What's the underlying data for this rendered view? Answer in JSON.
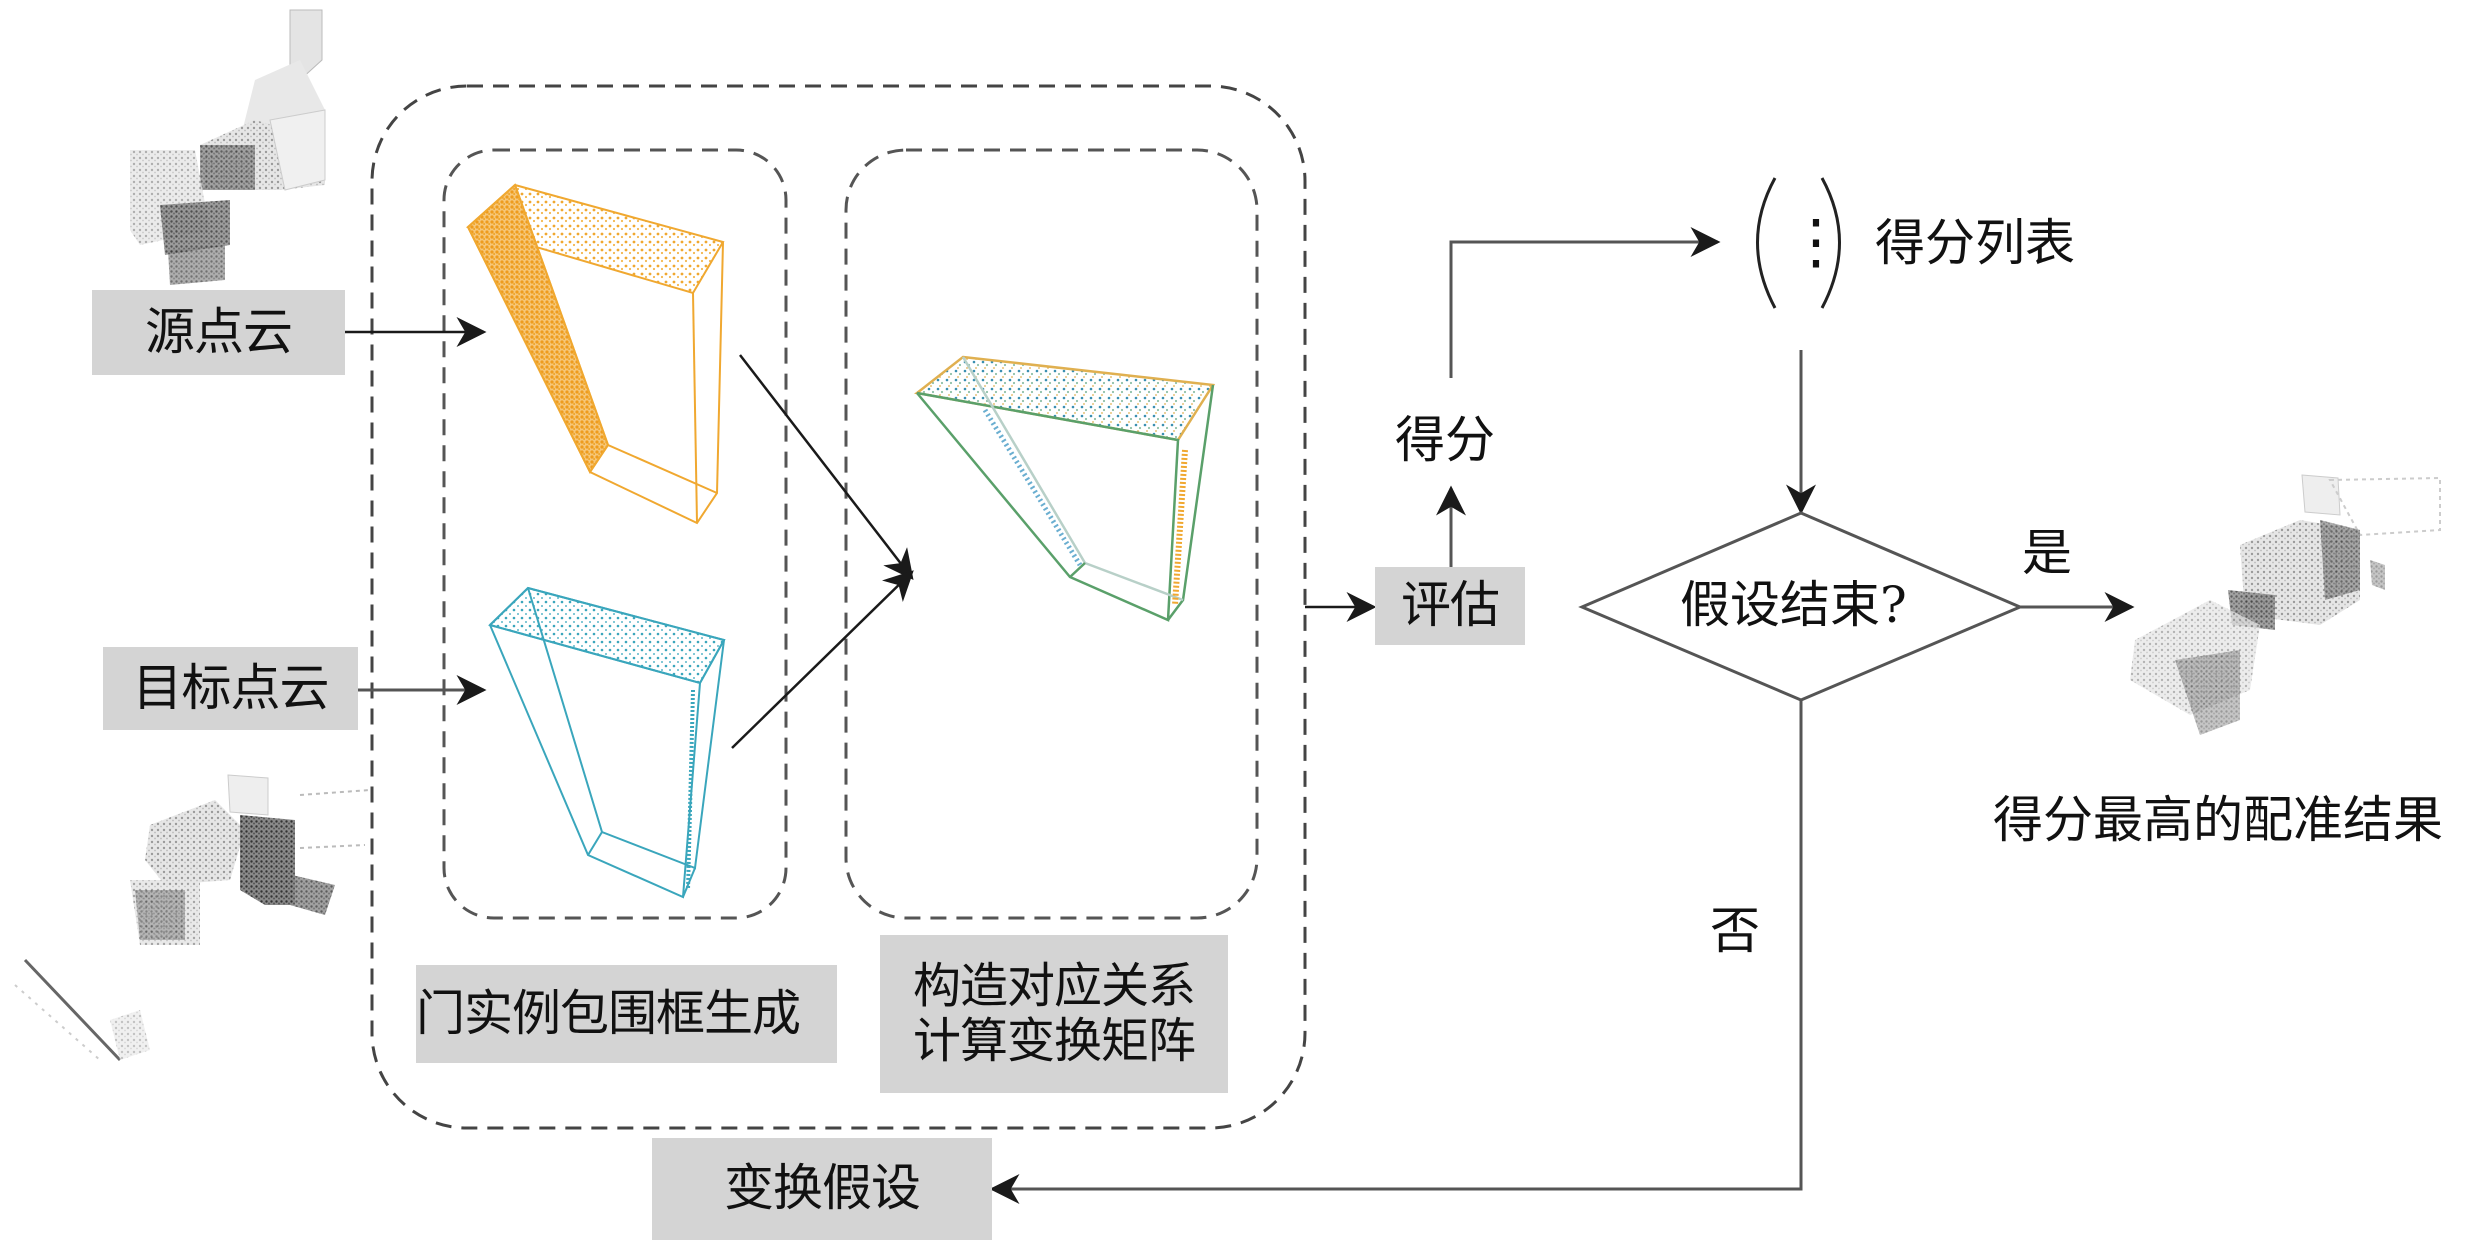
{
  "inputs": {
    "source": "源点云",
    "target": "目标点云"
  },
  "stages": {
    "door_bbox": "门实例包围框生成",
    "correspondence": "构造对应关系\n计算变换矩阵"
  },
  "evaluate": "评估",
  "score": "得分",
  "score_list": "得分列表",
  "score_list_symbol": "⋮",
  "decision": "假设结束?",
  "yes": "是",
  "no": "否",
  "transform_hypothesis": "变换假设",
  "result": "得分最高的配准结果",
  "colors": {
    "source_box": "#f0a830",
    "target_box": "#3aa6bc",
    "merged_box": "#5aa06a",
    "label_bg": "#d4d4d4",
    "dash": "#444444",
    "arrow": "#1a1a1a"
  }
}
